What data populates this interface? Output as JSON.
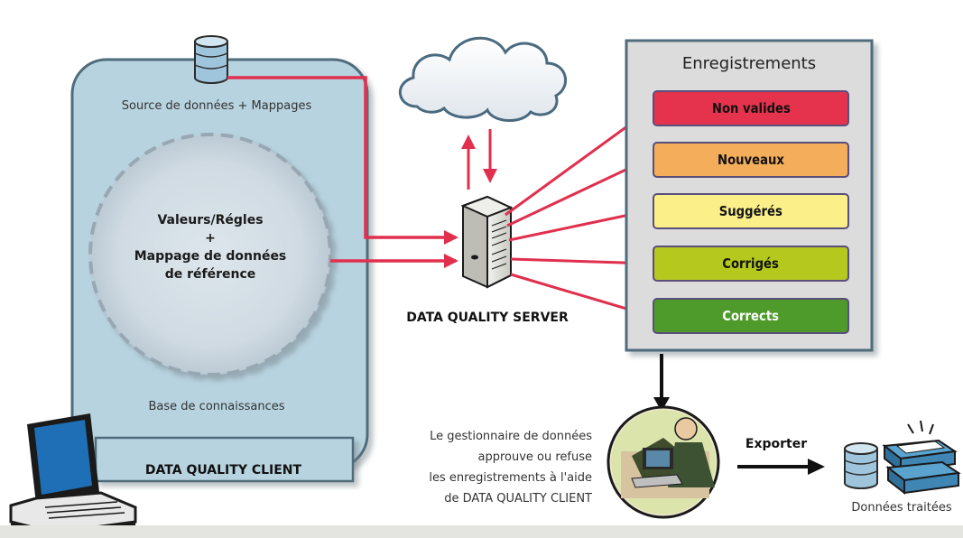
{
  "diagram": {
    "source_label": "Source de données + Mappages",
    "kb_center": [
      "Valeurs/Régles",
      "+",
      "Mappage de données",
      "de référence"
    ],
    "kb_label": "Base de connaissances",
    "client_label": "DATA QUALITY CLIENT",
    "server_label": "DATA QUALITY SERVER",
    "records_title": "Enregistrements",
    "categories": [
      {
        "label": "Non valides",
        "color": "#e5334e",
        "text_color": "#111111"
      },
      {
        "label": "Nouveaux",
        "color": "#f4ad5a",
        "text_color": "#111111"
      },
      {
        "label": "Suggérés",
        "color": "#fbef8a",
        "text_color": "#111111"
      },
      {
        "label": "Corrigés",
        "color": "#b4c81e",
        "text_color": "#111111"
      },
      {
        "label": "Corrects",
        "color": "#4e9a2a",
        "text_color": "#ffffff"
      }
    ],
    "steward_text": [
      "Le gestionnaire de données",
      "approuve ou refuse",
      "les enregistrements à l'aide",
      "de DATA QUALITY CLIENT"
    ],
    "export_label": "Exporter",
    "processed_label": "Données traitées"
  },
  "colors": {
    "arrow_red": "#e0304e",
    "panel_blue": "#b8d3e0",
    "panel_border": "#4f6c7c",
    "records_panel": "#dcdcdc"
  }
}
